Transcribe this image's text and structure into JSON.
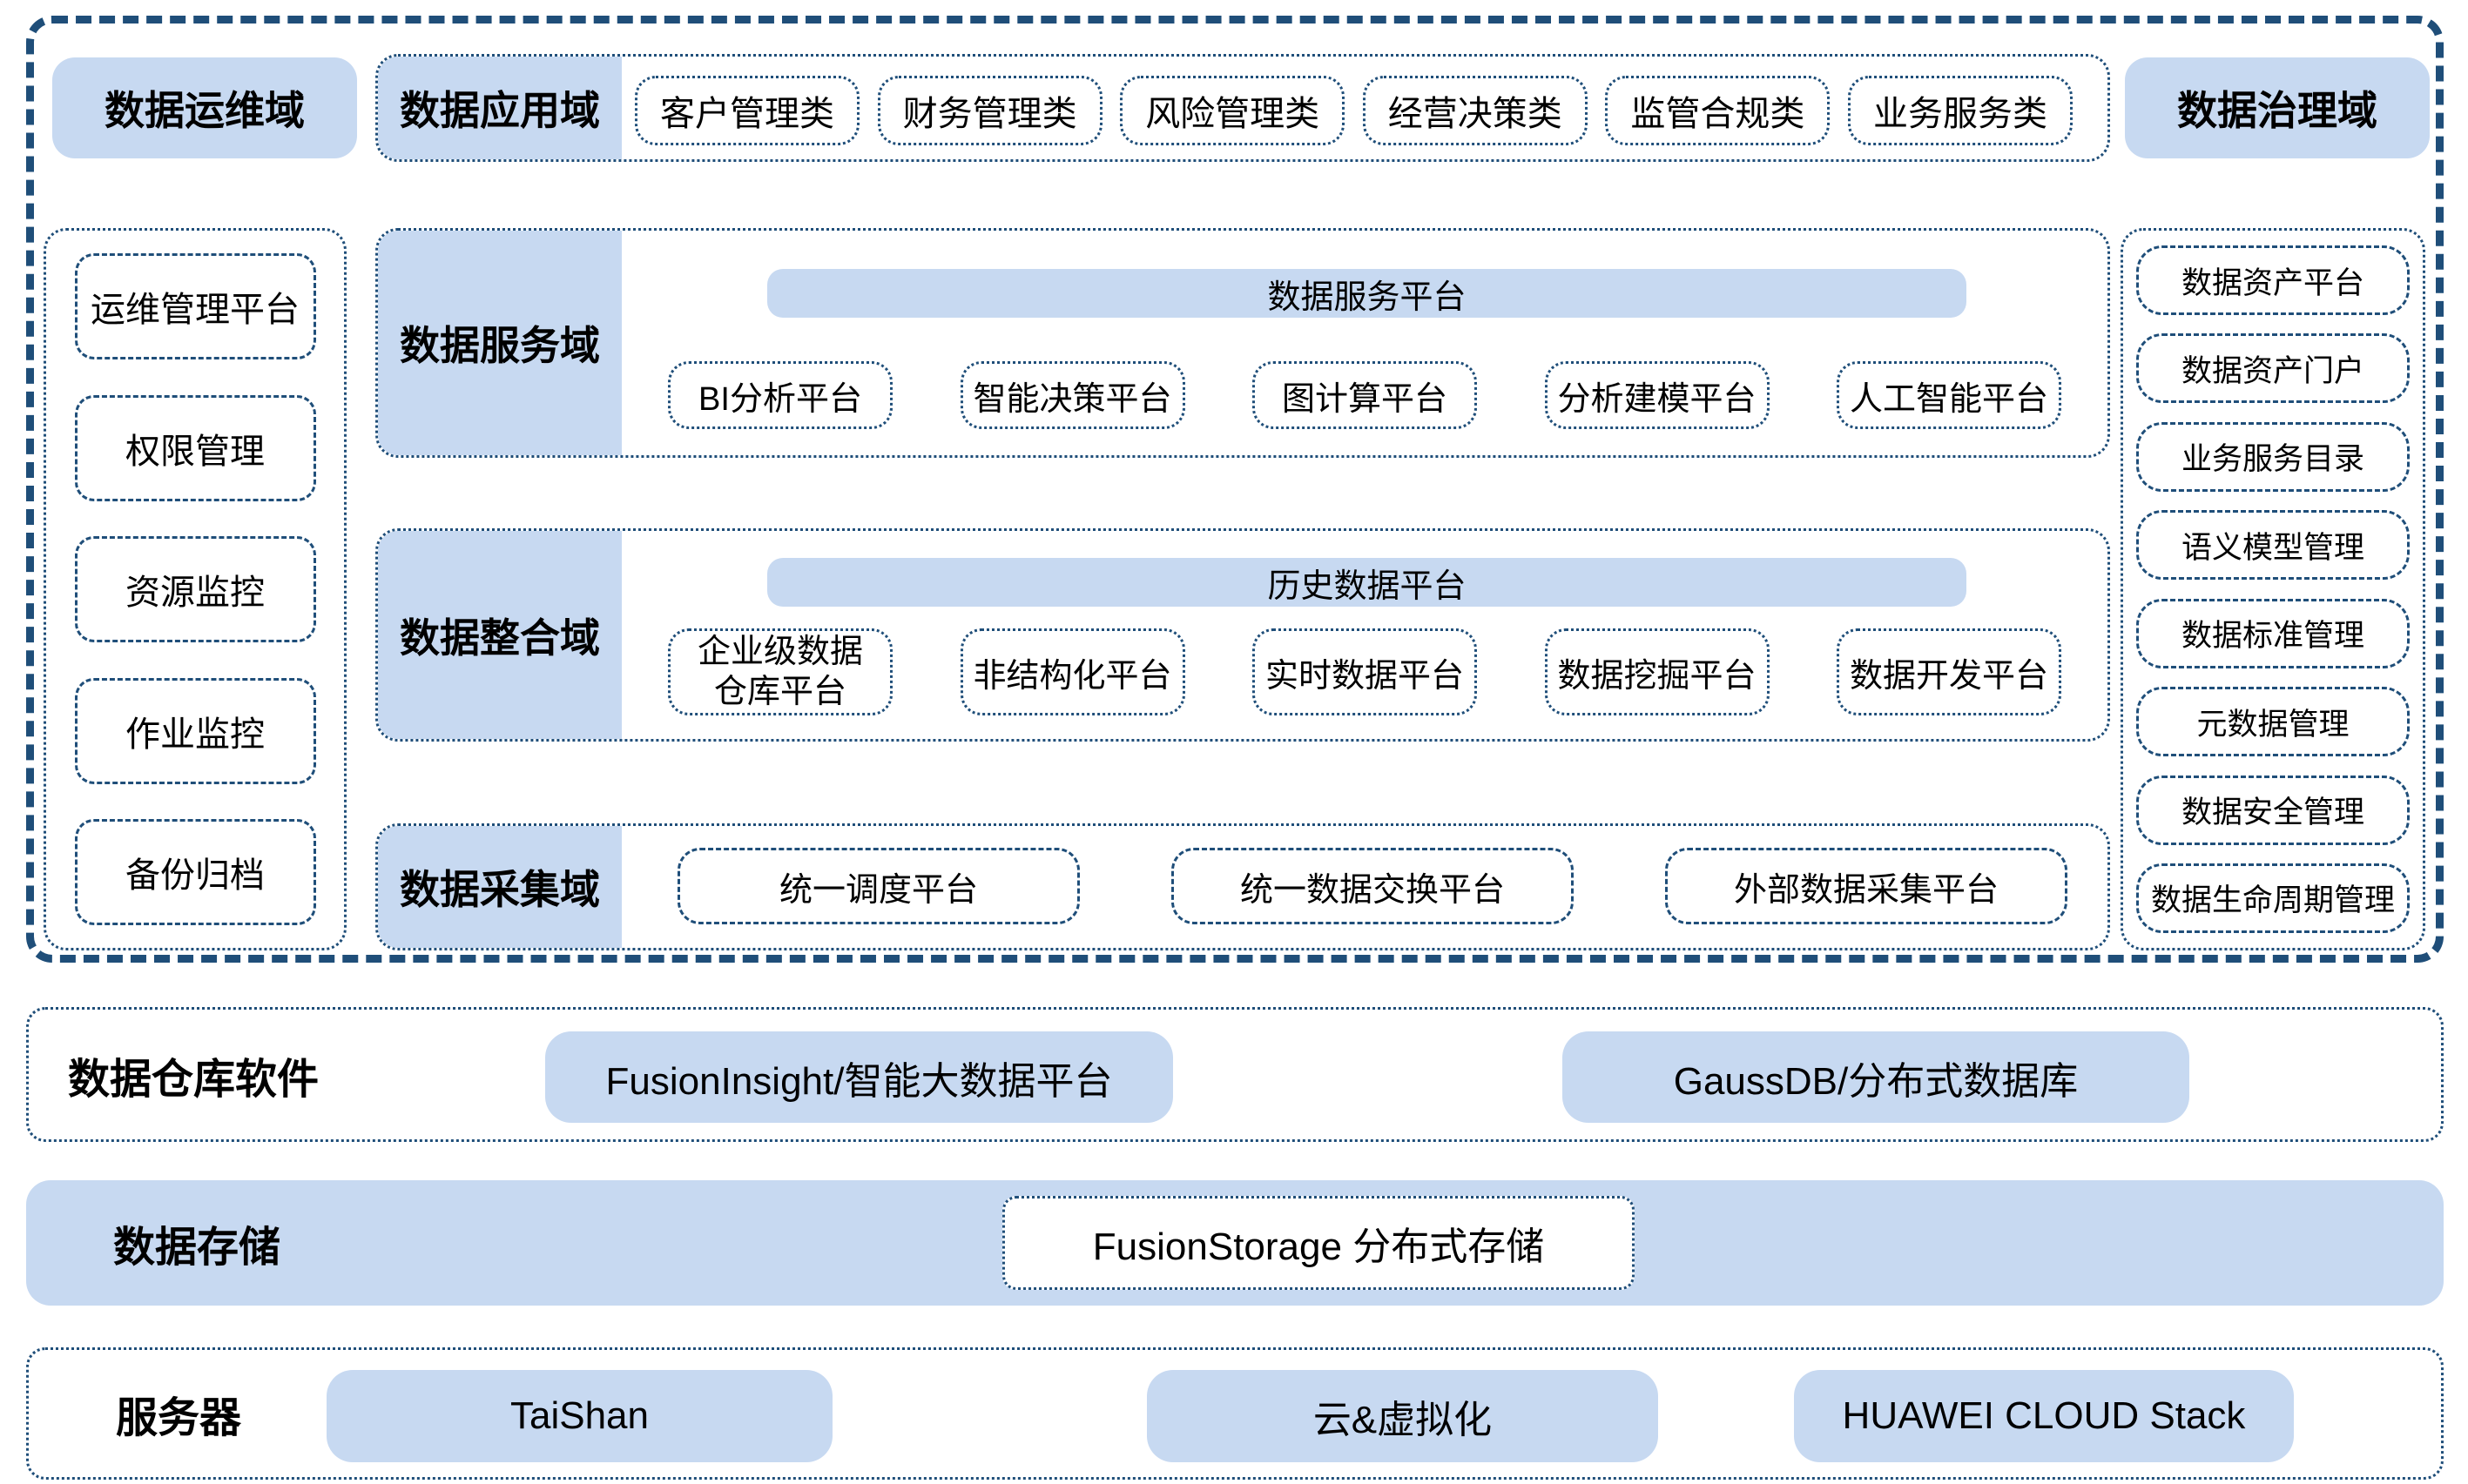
{
  "colors": {
    "accent_navy": "#1F4E79",
    "light_blue": "#C7D9F1",
    "text": "#000000",
    "background": "#FFFFFF"
  },
  "header": {
    "ops_domain_label": "数据运维域",
    "app_domain_label": "数据应用域",
    "app_categories": [
      "客户管理类",
      "财务管理类",
      "风险管理类",
      "经营决策类",
      "监管合规类",
      "业务服务类"
    ],
    "governance_domain_label": "数据治理域"
  },
  "left_sidebar": {
    "items": [
      "运维管理平台",
      "权限管理",
      "资源监控",
      "作业监控",
      "备份归档"
    ]
  },
  "right_sidebar": {
    "items": [
      "数据资产平台",
      "数据资产门户",
      "业务服务目录",
      "语义模型管理",
      "数据标准管理",
      "元数据管理",
      "数据安全管理",
      "数据生命周期管理"
    ]
  },
  "service_row": {
    "label": "数据服务域",
    "platform_bar": "数据服务平台",
    "boxes": [
      "BI分析平台",
      "智能决策平台",
      "图计算平台",
      "分析建模平台",
      "人工智能平台"
    ]
  },
  "integration_row": {
    "label": "数据整合域",
    "platform_bar": "历史数据平台",
    "boxes": [
      "企业级数据仓库平台",
      "非结构化平台",
      "实时数据平台",
      "数据挖掘平台",
      "数据开发平台"
    ]
  },
  "collection_row": {
    "label": "数据采集域",
    "boxes": [
      "统一调度平台",
      "统一数据交换平台",
      "外部数据采集平台"
    ]
  },
  "warehouse_row": {
    "label": "数据仓库软件",
    "boxes": [
      "FusionInsight/智能大数据平台",
      "GaussDB/分布式数据库"
    ]
  },
  "storage_row": {
    "label": "数据存储",
    "boxes": [
      "FusionStorage 分布式存储"
    ]
  },
  "server_row": {
    "label": "服务器",
    "boxes": [
      "TaiShan",
      "云&虚拟化",
      "HUAWEI CLOUD Stack"
    ]
  }
}
